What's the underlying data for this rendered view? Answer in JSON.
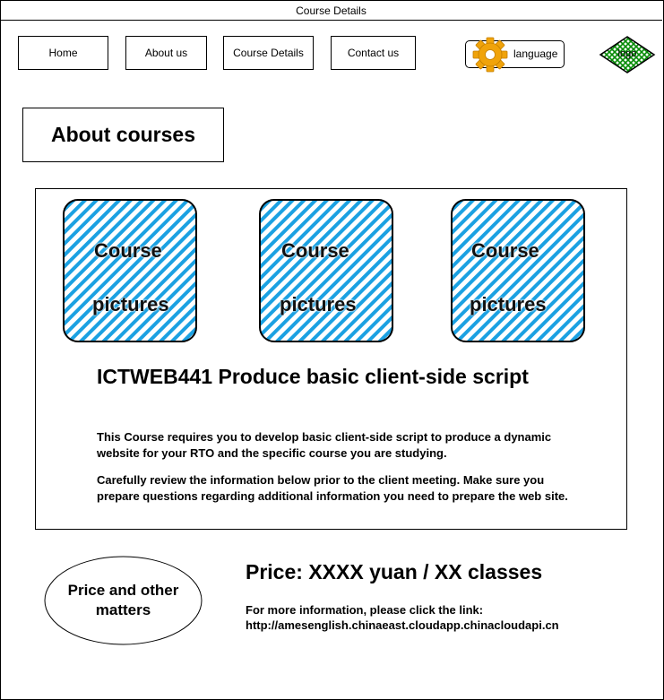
{
  "window": {
    "title": "Course Details"
  },
  "nav": {
    "home": "Home",
    "about": "About us",
    "course": "Course Details",
    "contact": "Contact us"
  },
  "language": {
    "label": "language",
    "icon": "gear-icon"
  },
  "logo": {
    "label": "logo"
  },
  "section": {
    "heading": "About courses"
  },
  "pictures": [
    {
      "line1": "Course",
      "line2": "pictures"
    },
    {
      "line1": "Course",
      "line2": "pictures"
    },
    {
      "line1": "Course",
      "line2": "pictures"
    }
  ],
  "course": {
    "title": "ICTWEB441 Produce basic client-side script",
    "para1": "This Course requires you to develop basic client-side script to produce a dynamic website for your RTO and the specific course you are studying.",
    "para2": "Carefully review the information below prior to the client meeting. Make sure you prepare questions regarding additional information you need to prepare the web site."
  },
  "price_section": {
    "oval_label": "Price and other matters",
    "price": "Price: XXXX yuan / XX classes",
    "more_line1": "For more information, please click the link:",
    "more_line2": "http://amesenglish.chinaeast.cloudapp.chinacloudapi.cn"
  },
  "colors": {
    "hatch": "#1ba1e2",
    "gear": "#f0a30a",
    "logo_fill": "#008a00"
  }
}
